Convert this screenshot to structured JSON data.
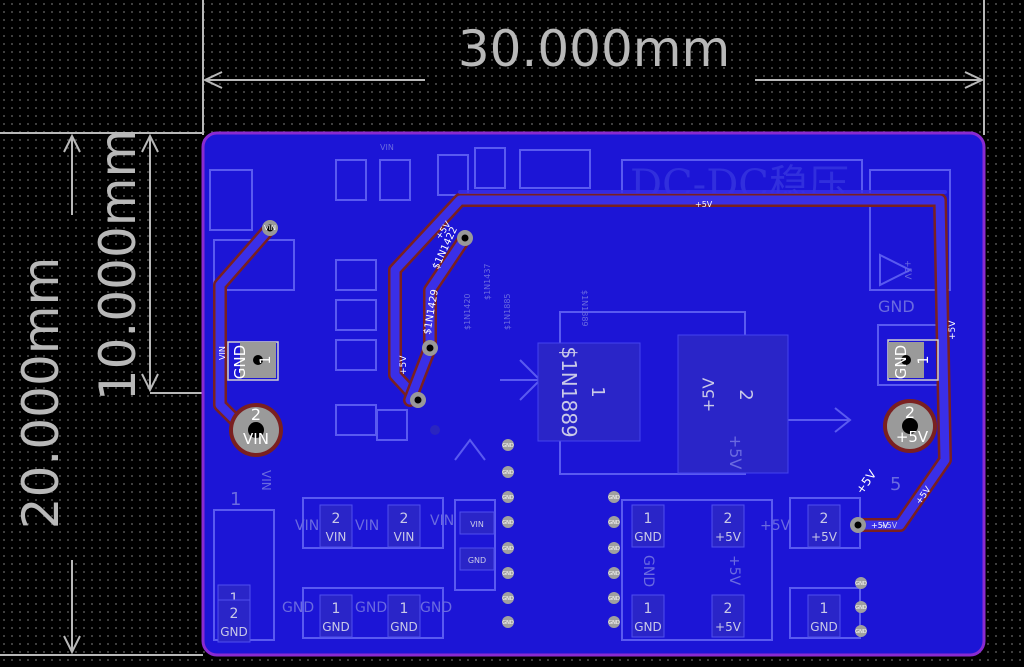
{
  "dimensions": {
    "width_label": "30.000mm",
    "height_outer_label": "20.000mm",
    "height_inner_label": "10.000mm"
  },
  "board": {
    "title_text": "DC-DC稳压",
    "colors": {
      "background": "#000000",
      "copper_fill": "#1c15d6",
      "outline": "#8a2ad0",
      "trace": "#3a2fe8",
      "pad_gray": "#9a9a9a",
      "silkscreen": "#c9c9e8"
    }
  },
  "connectors": {
    "left": {
      "pin1": "1",
      "pin1_label": "GND",
      "pin2": "2",
      "pin2_label": "VIN"
    },
    "right": {
      "pin1": "1",
      "pin1_label": "GND",
      "pin2": "2",
      "pin2_label": "+5V"
    }
  },
  "regulator": {
    "ref": "$1N1889",
    "pin1": "1",
    "pin2": "2",
    "pin2_net": "+5V",
    "pin2_net_flipped": "+5V",
    "ref_small": "$1N1889"
  },
  "net_labels": {
    "vin_top": "VIN",
    "vin_side": "VIN",
    "vin_left_vertical": "VIN",
    "vin_left2": "VIN",
    "plus5v_top": "+5V",
    "plus5v_right_vert": "+5V",
    "plus5v_right_vert2": "+5V",
    "plus5v_diag": "+5V",
    "plus5v_diag2": "+5V",
    "plus5v_bottom": "+5V",
    "gnd_right": "GND",
    "trace_ref_a": "$1N1429",
    "trace_ref_b": "$1N1422",
    "trace_ref_c": "$1N1420",
    "trace_ref_d": "$1N1437",
    "trace_ref_e": "$1N1885",
    "trace_ref_f": "$1N1420",
    "plus5v_a": "+5V",
    "plus5v_b": "+5V"
  },
  "bottom_pads": [
    {
      "num": "1",
      "net": "GND"
    },
    {
      "num": "2",
      "net": "VIN"
    },
    {
      "num": "2",
      "net": "VIN"
    },
    {
      "num": "1",
      "net": "GND"
    },
    {
      "num": "1",
      "net": "GND"
    },
    {
      "num": "2",
      "net": "GND"
    },
    {
      "num": "1",
      "net": "GND"
    },
    {
      "num": "2",
      "net": "+5V"
    },
    {
      "num": "2",
      "net": "+5V"
    },
    {
      "num": "1",
      "net": "GND"
    },
    {
      "num": "1",
      "net": "GND"
    },
    {
      "num": "2",
      "net": "+5V"
    }
  ],
  "side_labels": {
    "left_num_1": "1",
    "left_num_2": "2",
    "right_num_5": "5",
    "vin_row_a": "VIN",
    "vin_row_b": "VIN",
    "vin_row_c": "VIN",
    "gnd_row_a": "GND",
    "gnd_row_b": "GND",
    "gnd_row_c": "GND",
    "gnd_mid": "GND",
    "plus5v_row": "+5V",
    "plus5v_row_b": "+5V"
  },
  "via_label": "GND",
  "small_pads": {
    "vin_small": "VIN",
    "gnd_small": "GND",
    "plus5v_small": "+5V"
  }
}
